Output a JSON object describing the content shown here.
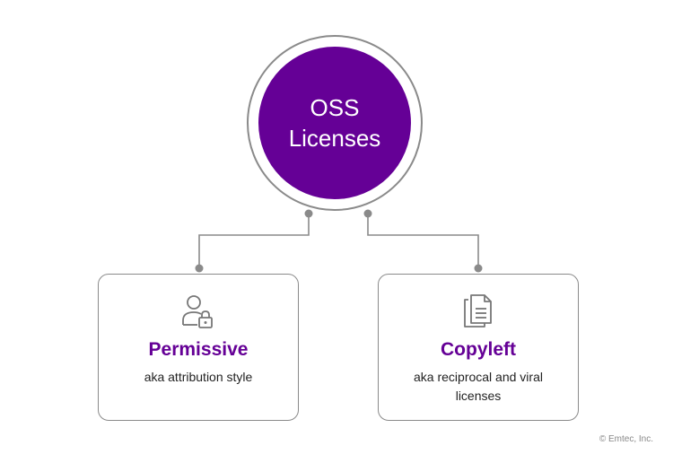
{
  "hub": {
    "line1": "OSS",
    "line2": "Licenses"
  },
  "cards": [
    {
      "title": "Permissive",
      "description": "aka attribution style",
      "icon": "user-lock-icon"
    },
    {
      "title": "Copyleft",
      "description": "aka reciprocal and viral licenses",
      "icon": "documents-icon"
    }
  ],
  "copyright": "© Emtec, Inc.",
  "colors": {
    "accent": "#650096",
    "connector": "#8a8a8a",
    "text": "#222222"
  }
}
